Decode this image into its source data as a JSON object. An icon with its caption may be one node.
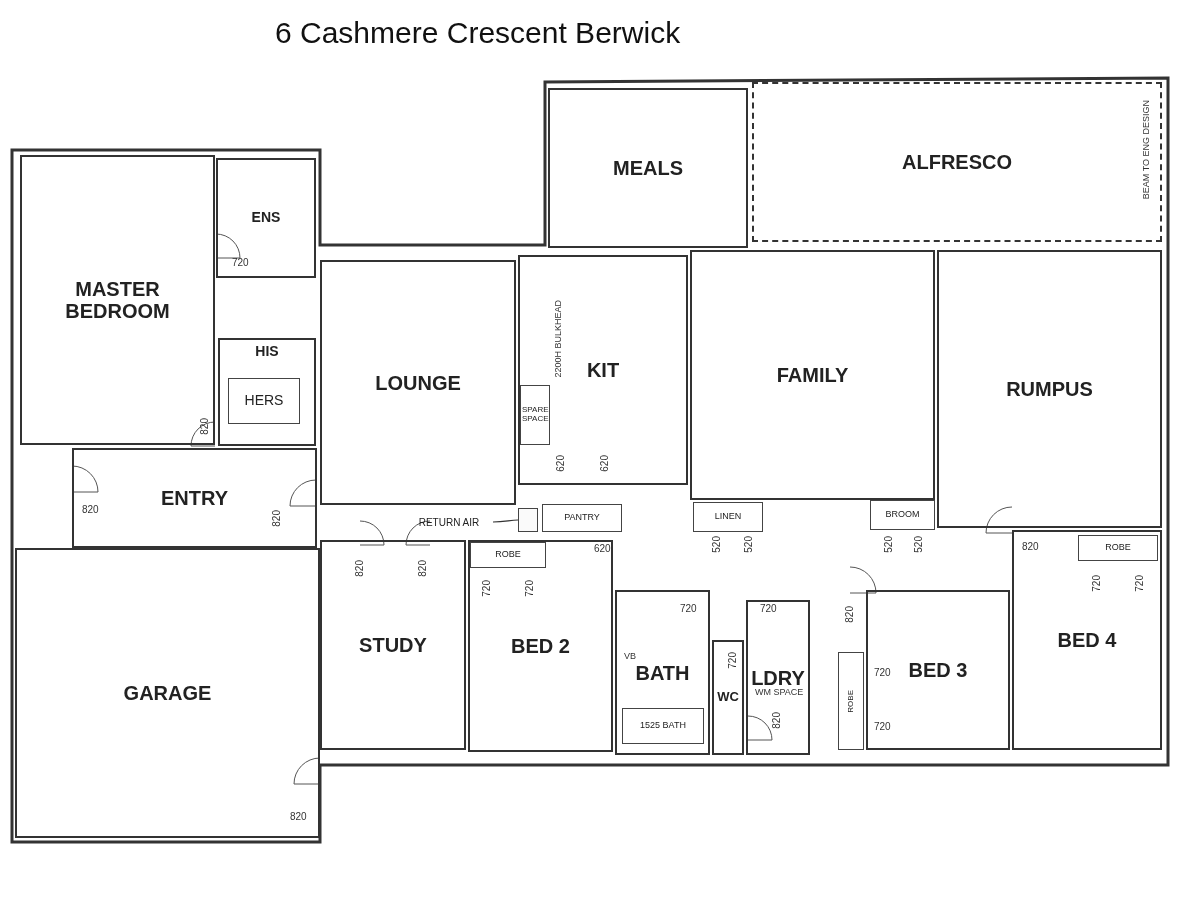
{
  "diagram": {
    "title": "6 Cashmere Crescent Berwick",
    "nodes": [
      {
        "text": [
          "MEALS"
        ]
      },
      {
        "text": [
          "ALFRESCO"
        ]
      },
      {
        "text": [
          "ENS"
        ]
      },
      {
        "text": [
          "MASTER BEDROOM"
        ]
      },
      {
        "text": [
          "HIS"
        ]
      },
      {
        "text": [
          "HERS"
        ],
        "in": 4
      },
      {
        "text": [
          "LOUNGE"
        ]
      },
      {
        "text": [
          "KIT"
        ]
      },
      {
        "text": [
          "SPARE SPACE"
        ],
        "in": 7
      },
      {
        "text": [
          "FAMILY"
        ]
      },
      {
        "text": [
          "RUMPUS"
        ]
      },
      {
        "text": [
          "ENTRY"
        ]
      },
      {
        "text": [
          "RETURN AIR"
        ]
      },
      {
        "text": [],
        "shape": "box"
      },
      {
        "text": [
          "PANTRY"
        ]
      },
      {
        "text": [
          "LINEN"
        ]
      },
      {
        "text": [
          "BROOM"
        ]
      },
      {
        "text": [
          "GARAGE"
        ]
      },
      {
        "text": [
          "STUDY"
        ]
      },
      {
        "text": [
          "BED 2"
        ]
      },
      {
        "text": [
          "ROBE"
        ],
        "in": 19
      },
      {
        "text": [
          "BATH"
        ]
      },
      {
        "text": [
          "1525 BATH"
        ],
        "in": 21
      },
      {
        "text": [
          "WC"
        ]
      },
      {
        "text": [
          "LDRY"
        ]
      },
      {
        "text": [
          "BED 3"
        ]
      },
      {
        "text": [
          "ROBE"
        ]
      },
      {
        "text": [
          "BED 4"
        ]
      },
      {
        "text": [
          "ROBE"
        ],
        "in": 27
      }
    ],
    "edges": [
      {
        "from": 12,
        "to": 13,
        "arrow": "none"
      }
    ],
    "labels": [
      "720",
      "820",
      "820",
      "820",
      "620",
      "620",
      "2200H BULKHEAD",
      "520",
      "520",
      "520",
      "520",
      "620",
      "820",
      "820",
      "820",
      "720",
      "720",
      "720",
      "720",
      "720",
      "720",
      "820",
      "720",
      "VB",
      "WM SPACE",
      "720",
      "720",
      "820",
      "820",
      "BEAM TO ENG DESIGN"
    ]
  }
}
